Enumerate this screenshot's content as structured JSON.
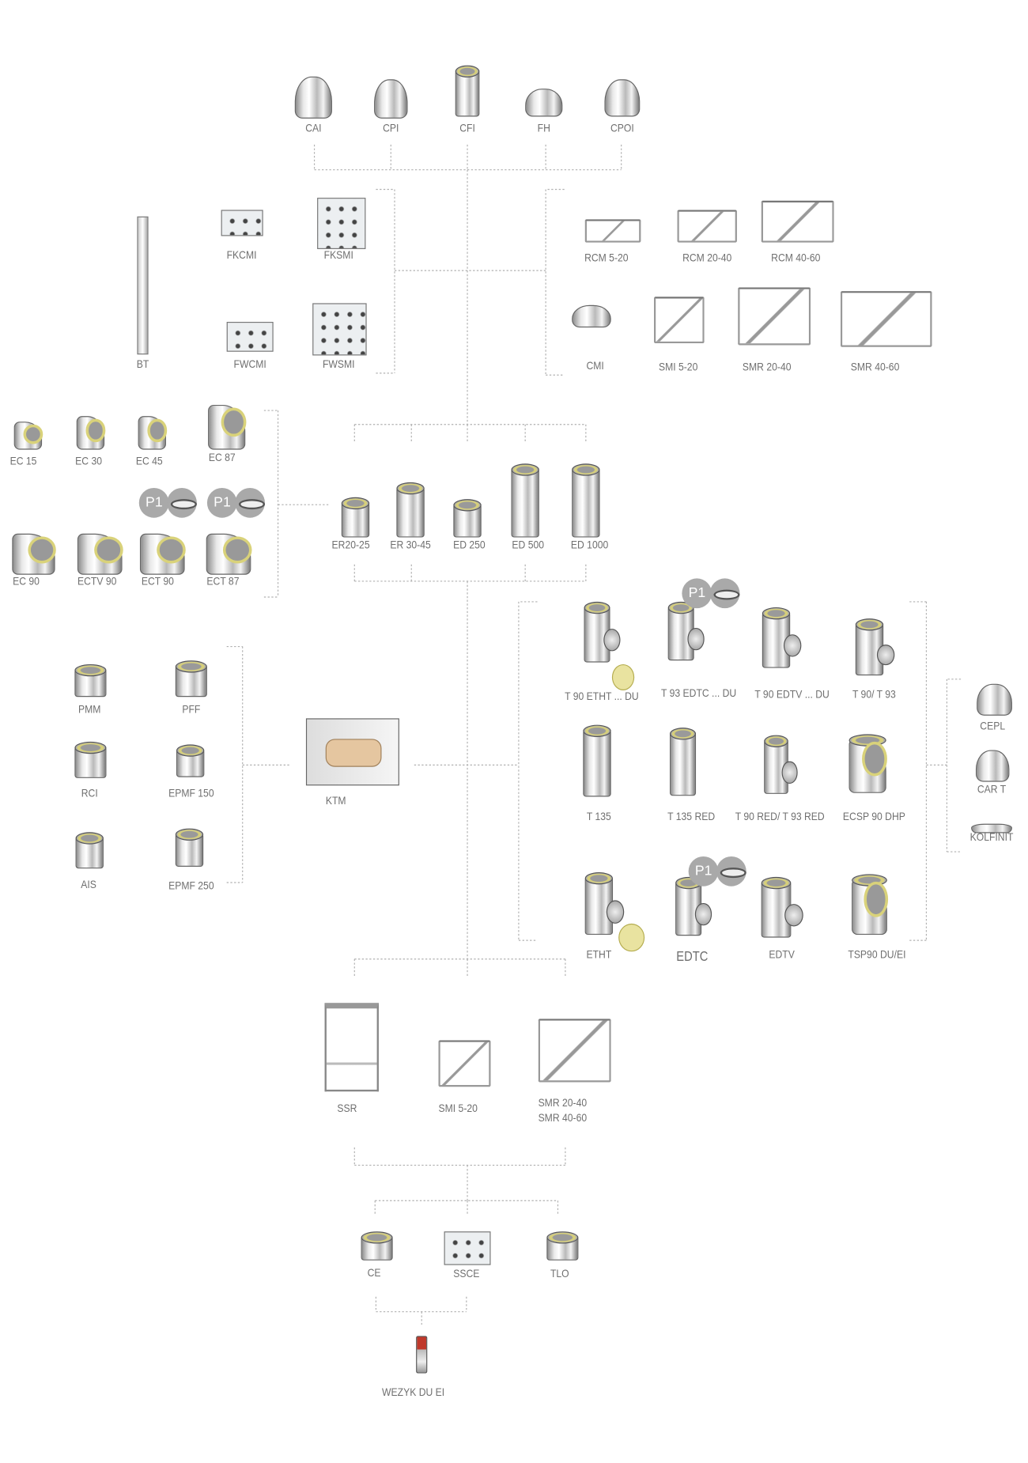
{
  "terminals": [
    "CAI",
    "CPI",
    "CFI",
    "FH",
    "CPOI"
  ],
  "wall_fixings": [
    "BT",
    "FKCMI",
    "FKSMI",
    "FWCMI",
    "FWSMI"
  ],
  "wall_supports": [
    "RCM 5-20",
    "RCM 20-40",
    "RCM 40-60",
    "CMI",
    "SMI 5-20",
    "SMR 20-40",
    "SMR 40-60"
  ],
  "elbows": [
    "EC 15",
    "EC 30",
    "EC 45",
    "EC 87",
    "EC 90",
    "ECTV 90",
    "ECT 90",
    "ECT 87"
  ],
  "straights": [
    "ER20-25",
    "ER 30-45",
    "ED 250",
    "ED 500",
    "ED 1000"
  ],
  "adapters": [
    "PMM",
    "PFF",
    "RCI",
    "EPMF 150",
    "AIS",
    "EPMF 250"
  ],
  "wall_crossing": [
    "KTM"
  ],
  "tees": [
    "T 90 ETHT ... DU",
    "T 93 EDTC ... DU",
    "T 90 EDTV ... DU",
    "T 90/ T 93",
    "T 135",
    "T 135 RED",
    "T 90 RED/ T 93 RED",
    "ECSP 90 DHP",
    "ETHT",
    "EDTC",
    "EDTV",
    "TSP90 DU/EI"
  ],
  "tee_caps": [
    "CEPL",
    "CAR T",
    "KOLFINIT"
  ],
  "base_supports": [
    "SSR",
    "SMI 5-20",
    "SMR 20-40",
    "SMR 40-60"
  ],
  "bases": [
    "CE",
    "SSCE",
    "TLO"
  ],
  "drain": [
    "WEZYK DU EI"
  ],
  "badge_label": "P1",
  "colors": {
    "line": "#b0b0b0",
    "label": "#6f6f6f",
    "badge": "#a9a9a9",
    "gasket": "#d9d27a"
  }
}
